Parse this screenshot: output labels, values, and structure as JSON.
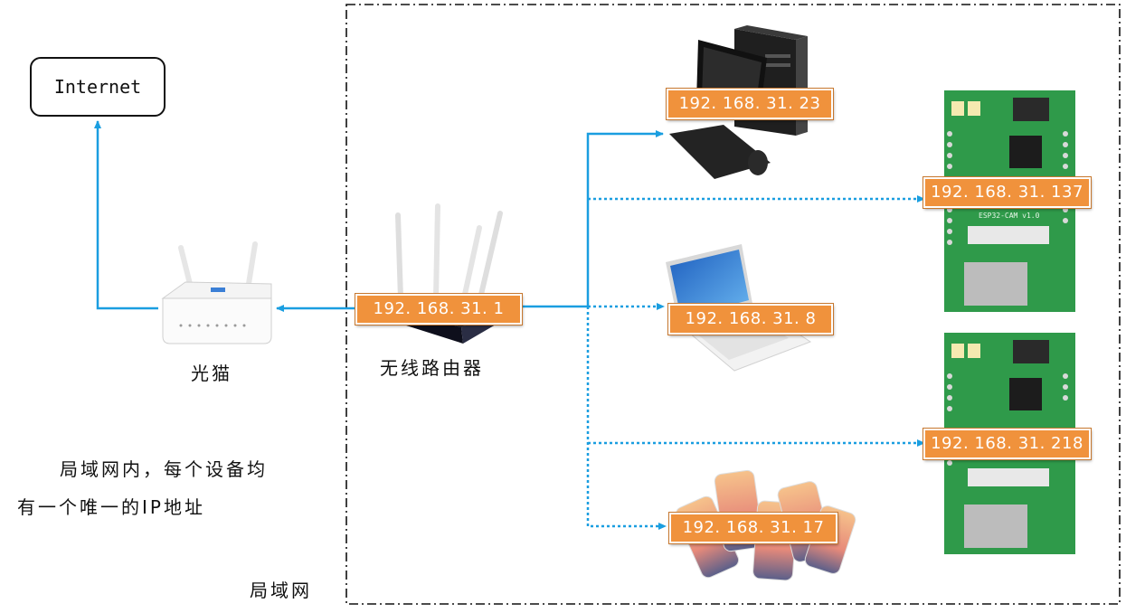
{
  "internet": {
    "label": "Internet"
  },
  "modem": {
    "label": "光猫"
  },
  "router": {
    "label": "无线路由器",
    "ip": "192. 168. 31. 1"
  },
  "lan": {
    "label": "局域网"
  },
  "note": {
    "line1": "局域网内，每个设备均",
    "line2": "有一个唯一的IP地址"
  },
  "devices": [
    {
      "name": "desktop-pc",
      "ip": "192. 168. 31. 23"
    },
    {
      "name": "laptop",
      "ip": "192. 168. 31. 8"
    },
    {
      "name": "phones",
      "ip": "192. 168. 31. 17"
    },
    {
      "name": "esp32-cam-board-1",
      "ip": "192. 168. 31. 137",
      "board_text": "ESP32-CAM v1.0"
    },
    {
      "name": "esp32-cam-board-2",
      "ip": "192. 168. 31. 218"
    }
  ],
  "colors": {
    "link": "#1a9ee0",
    "ip_badge": "#f0923c",
    "pcb": "#2f9a4a",
    "border": "#111111"
  }
}
